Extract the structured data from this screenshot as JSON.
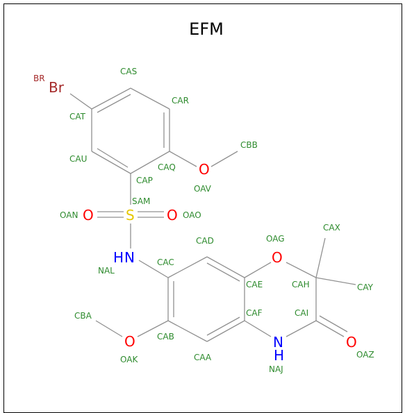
{
  "title": "EFM",
  "colors": {
    "bond": "#909090",
    "carbon_label": "#2e8b2e",
    "oxygen": "#ff0000",
    "nitrogen": "#0000ff",
    "sulfur": "#e6c800",
    "bromine": "#a52a2a",
    "frame": "#000000"
  },
  "atom_labels": {
    "BR": "BR",
    "CAS": "CAS",
    "CAR": "CAR",
    "CAT": "CAT",
    "CBB": "CBB",
    "CAU": "CAU",
    "CAQ": "CAQ",
    "CAP": "CAP",
    "OAV": "OAV",
    "SAM": "SAM",
    "OAN": "OAN",
    "OAO": "OAO",
    "CAD": "CAD",
    "OAG": "OAG",
    "CAX": "CAX",
    "NAL": "NAL",
    "CAC": "CAC",
    "CAE": "CAE",
    "CAH": "CAH",
    "CAY": "CAY",
    "CBA": "CBA",
    "CAF": "CAF",
    "CAI": "CAI",
    "CAB": "CAB",
    "OAK": "OAK",
    "CAA": "CAA",
    "OAZ": "OAZ",
    "NAJ": "NAJ"
  },
  "element_symbols": {
    "Br": "Br",
    "O_OAV": "O",
    "S": "S",
    "O_OAN": "O",
    "O_OAO": "O",
    "HN_H": "H",
    "HN_N": "N",
    "O_OAG": "O",
    "O_OAK": "O",
    "N_NAJ": "N",
    "H_NAJ": "H",
    "O_OAZ": "O"
  }
}
